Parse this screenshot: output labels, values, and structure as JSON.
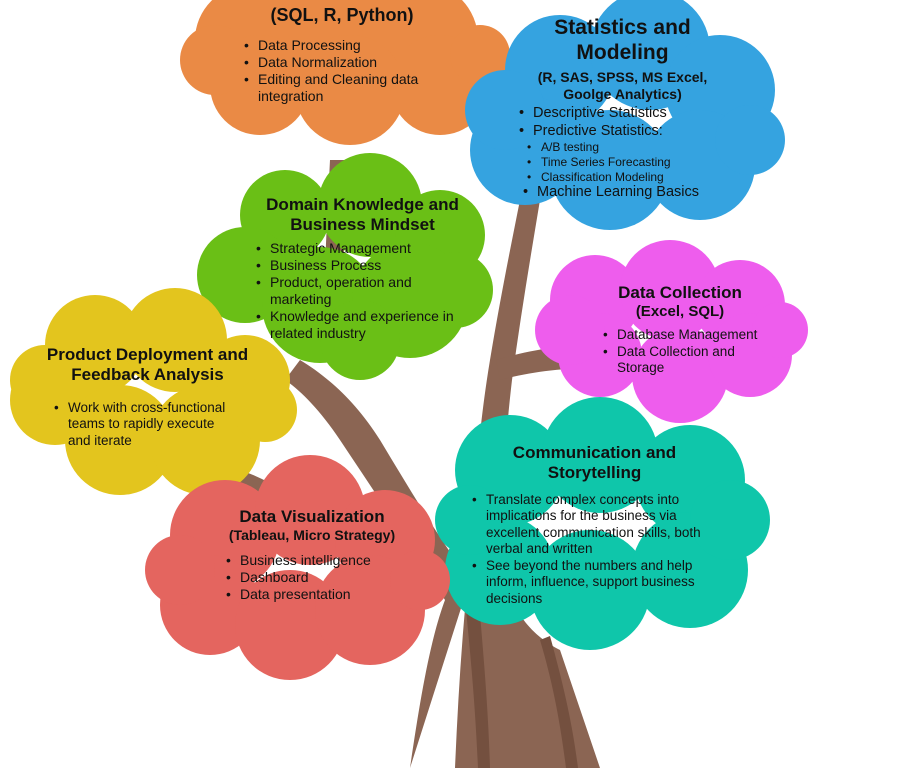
{
  "colors": {
    "trunk": "#8b6553",
    "trunk_dark": "#74503f",
    "orange": "#ea8a45",
    "blue": "#35a3e0",
    "green": "#6abf16",
    "magenta": "#ee5ded",
    "yellow": "#e3c51e",
    "teal": "#0fc6aa",
    "red": "#e4655f"
  },
  "clouds": {
    "data_engineering": {
      "subtitle": "(SQL, R, Python)",
      "items": [
        "Data Processing",
        "Data Normalization",
        "Editing and Cleaning data integration"
      ]
    },
    "statistics": {
      "title": "Statistics and Modeling",
      "subtitle": "(R, SAS, SPSS, MS Excel, Goolge Analytics)",
      "items": [
        "Descriptive Statistics",
        "Predictive Statistics:"
      ],
      "subitems": [
        "A/B testing",
        "Time Series Forecasting",
        "Classification Modeling"
      ],
      "last_item": "Machine Learning Basics"
    },
    "domain": {
      "title": "Domain Knowledge and Business Mindset",
      "items": [
        "Strategic Management",
        "Business Process",
        "Product, operation and marketing",
        "Knowledge and experience in related industry"
      ]
    },
    "collection": {
      "title": "Data Collection",
      "subtitle": "(Excel, SQL)",
      "items": [
        "Database Management",
        "Data Collection and Storage"
      ]
    },
    "deployment": {
      "title": "Product Deployment and Feedback Analysis",
      "items": [
        "Work with cross-functional teams to rapidly execute and iterate"
      ]
    },
    "communication": {
      "title": "Communication and Storytelling",
      "items": [
        "Translate complex concepts into implications for the business via excellent communication skills, both verbal and written",
        "See beyond the numbers and help inform, influence, support business decisions"
      ]
    },
    "visualization": {
      "title": "Data Visualization",
      "subtitle": "(Tableau, Micro Strategy)",
      "items": [
        "Business intelligence",
        "Dashboard",
        "Data presentation"
      ]
    }
  }
}
